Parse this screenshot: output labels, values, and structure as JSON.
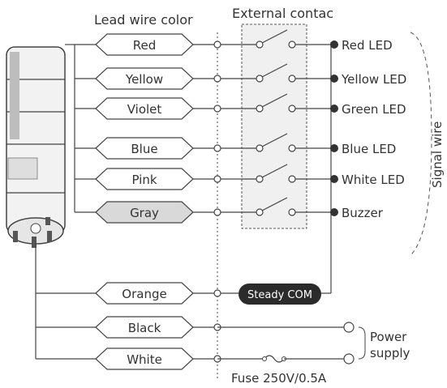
{
  "headers": {
    "lead_wire_color": "Lead wire color",
    "external_contact": "External contac"
  },
  "wires": [
    {
      "label": "Red",
      "fill": "#ffffff",
      "led": "Red LED"
    },
    {
      "label": "Yellow",
      "fill": "#ffffff",
      "led": "Yellow LED"
    },
    {
      "label": "Violet",
      "fill": "#ffffff",
      "led": "Green LED"
    },
    {
      "label": "Blue",
      "fill": "#ffffff",
      "led": "Blue LED"
    },
    {
      "label": "Pink",
      "fill": "#ffffff",
      "led": "White LED"
    },
    {
      "label": "Gray",
      "fill": "#d9d9d9",
      "led": "Buzzer"
    }
  ],
  "common": {
    "wire": "Orange",
    "badge": "Steady COM"
  },
  "power": {
    "wires": [
      "Black",
      "White"
    ],
    "label_line1": "Power",
    "label_line2": "supply",
    "fuse": "Fuse 250V/0.5A"
  },
  "signal_wire": "Signal wire",
  "colors": {
    "line": "#444444",
    "badge_bg": "#2b2b2b",
    "gray_wire": "#d9d9d9"
  }
}
